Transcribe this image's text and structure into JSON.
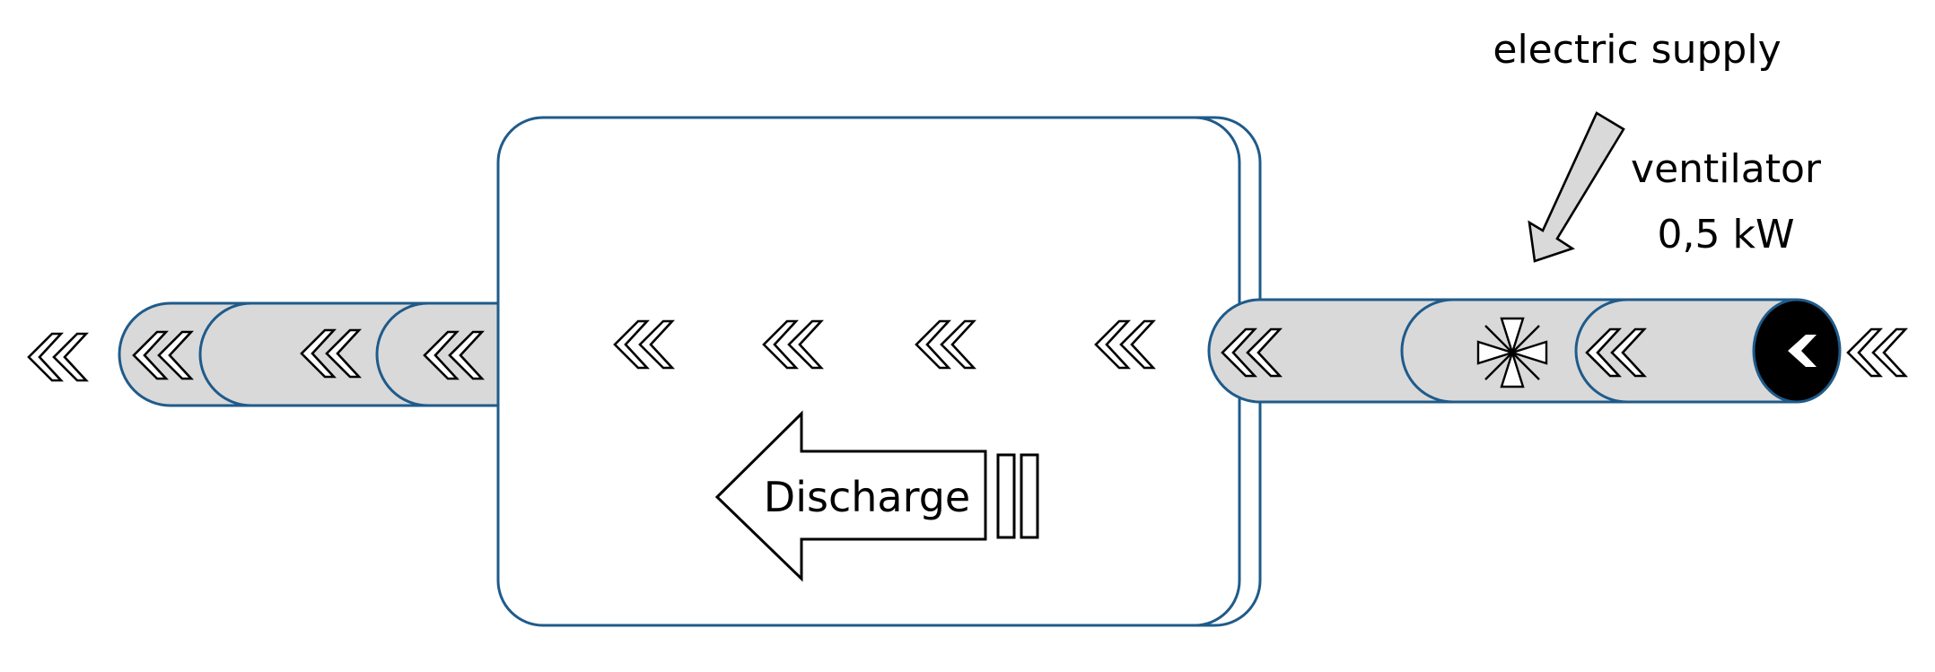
{
  "labels": {
    "electric_supply": "electric supply",
    "ventilator_line1": "ventilator",
    "ventilator_line2": "0,5 kW",
    "discharge": "Discharge"
  },
  "colors": {
    "duct_fill": "#d9d9d9",
    "outline_blue": "#1f5b8a",
    "black": "#000000",
    "white": "#ffffff",
    "arrow_fill": "#d9d9d9"
  },
  "icons": {
    "chevron": "double-chevron-left-icon",
    "fan": "fan-icon",
    "supply_arrow": "diagonal-arrow-icon"
  }
}
